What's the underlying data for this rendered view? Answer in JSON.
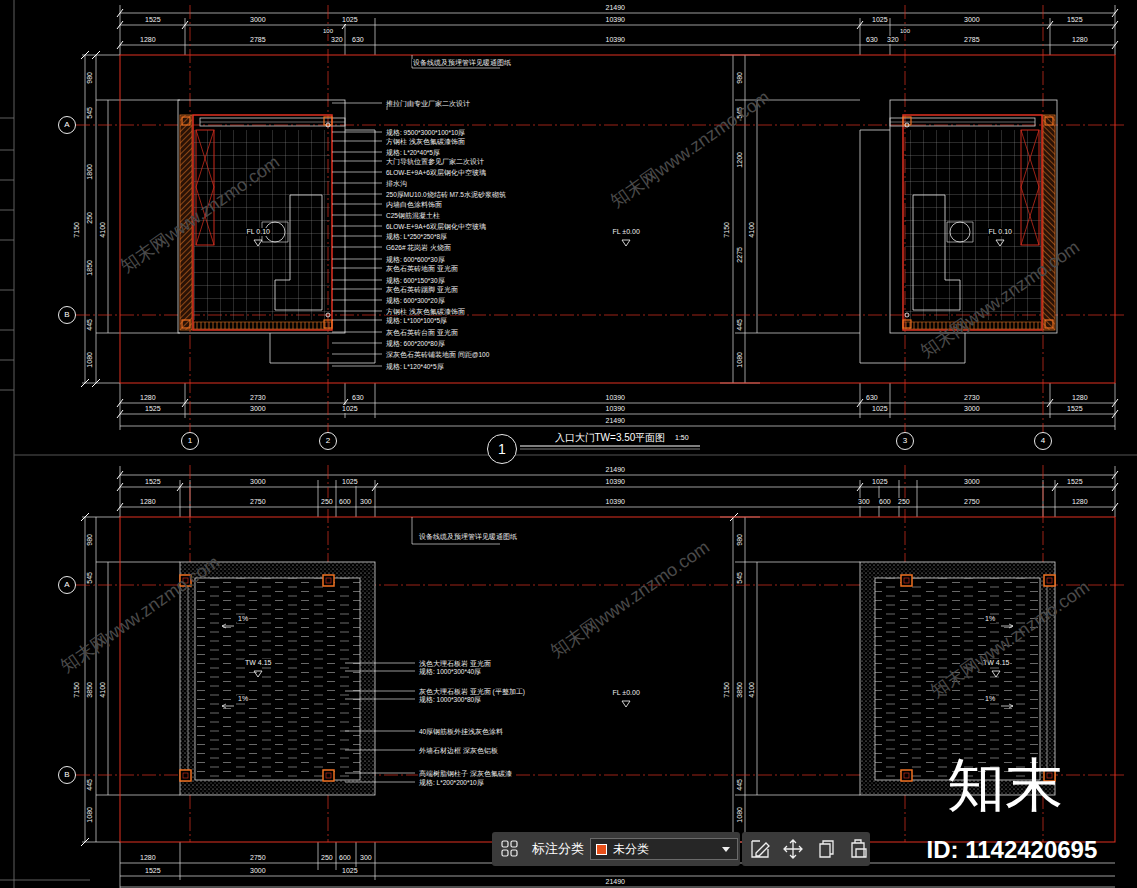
{
  "diagram": {
    "title": "入口大门TW=3.50平面图",
    "nodes": [
      {
        "text": [
          "A"
        ]
      },
      {
        "text": [
          "B"
        ]
      },
      {
        "text": [
          "1"
        ]
      },
      {
        "text": [
          "2"
        ]
      },
      {
        "text": [
          "3"
        ]
      },
      {
        "text": [
          "4"
        ]
      },
      {
        "text": [
          "1"
        ]
      },
      {
        "text": [
          "A"
        ]
      },
      {
        "text": [
          "B"
        ]
      },
      {
        "text": [
          "未分类"
        ]
      }
    ],
    "labels": [
      "21490",
      "1525",
      "3000",
      "1025",
      "10390",
      "1025",
      "3000",
      "1525",
      "1280",
      "2785",
      "320",
      "630",
      "10390",
      "630",
      "320",
      "2785",
      "1280",
      "100",
      "100",
      "1280",
      "2730",
      "630",
      "10390",
      "630",
      "2730",
      "1280",
      "1525",
      "3000",
      "1025",
      "10390",
      "1025",
      "3000",
      "1525",
      "21490",
      "980",
      "545",
      "1800",
      "250",
      "1850",
      "445",
      "1080",
      "7150",
      "4100",
      "980",
      "545",
      "1200",
      "2275",
      "445",
      "1080",
      "7150",
      "4100",
      "设备线缆及预埋管详见暖通图纸",
      "推拉门由专业厂家二次设计",
      "规格: 9500*3000*100*10厚",
      "方钢柱  浅灰色氟碳漆饰面",
      "规格: L*20*40*5厚",
      "大门导轨位置参见厂家二次设计",
      "6LOW-E+9A+6双层钢化中空玻璃",
      "排水沟",
      "250厚MU10.0烧结砖 M7.5水泥砂浆砌筑",
      "内墙白色涂料饰面",
      "C25钢筋混凝土柱",
      "6LOW-E+9A+6双层钢化中空玻璃",
      "规格: L*250*250*8厚",
      "G626# 花岗岩  火烧面",
      "规格: 600*600*30厚",
      "灰色石英砖地面  亚光面",
      "规格: 600*150*30厚",
      "灰色石英砖踢脚  亚光面",
      "规格: 600*300*20厚",
      "方钢柱  浅灰色氟碳漆饰面",
      "规格: L*100*100*5厚",
      "灰色石英砖台面  亚光面",
      "规格: 600*200*80厚",
      "深灰色石英砖铺装地面  间距@100",
      "规格: L*120*40*5厚",
      "FL 0.10",
      "FL ±0.00",
      "FL 0.10",
      "入口大门TW=3.50平面图",
      "1:50",
      "21490",
      "1525",
      "3000",
      "1025",
      "10390",
      "1025",
      "3000",
      "1525",
      "1280",
      "2750",
      "250",
      "600",
      "300",
      "10390",
      "300",
      "600",
      "250",
      "2750",
      "1280",
      "1280",
      "2750",
      "250",
      "600",
      "300",
      "1525",
      "3000",
      "1025",
      "21490",
      "980",
      "545",
      "3850",
      "445",
      "1080",
      "7150",
      "4100",
      "980",
      "545",
      "3850",
      "445",
      "1080",
      "7150",
      "4100",
      "设备线缆及预埋管详见暖通图纸",
      "浅色大理石板岩  亚光面",
      "规格: 1000*300*40厚",
      "灰色大理石板岩  亚光面 (平整加工)",
      "规格: 1000*300*80厚",
      "40厚钢筋板外挂浅灰色涂料",
      "外墙石材边框  深灰色铝板",
      "高端树脂钢柱子  深灰色氟碳漆",
      "规格: L*200*200*10厚",
      "TW 4.15",
      "FL ±0.00",
      "TW 4.15",
      "1%",
      "1%",
      "1%",
      "1%",
      "知末网www.znzmo.com",
      "知末网www.znzmo.com",
      "知末网www.znzmo.com",
      "知末网www.znzmo.com",
      "知末网www.znzmo.com",
      "知末网www.znzmo.com",
      "知末",
      "ID: 1142420695",
      "标注分类"
    ]
  }
}
